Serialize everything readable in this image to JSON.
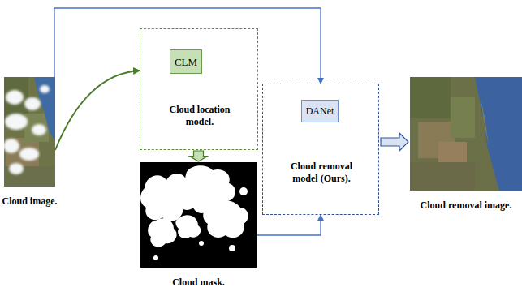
{
  "diagram": {
    "nodes": [
      {
        "text": [
          "Cloud image."
        ]
      },
      {
        "text": [
          "Cloud location model."
        ]
      },
      {
        "text": [
          "CLM"
        ],
        "in": 1
      },
      {
        "text": [
          "Cloud mask."
        ]
      },
      {
        "text": [
          "Cloud removal model (Ours)."
        ]
      },
      {
        "text": [
          "DANet"
        ],
        "in": 4
      },
      {
        "text": [
          "Cloud removal image."
        ]
      }
    ],
    "edges": [
      {
        "from": 0,
        "to": 1,
        "arrow": "to"
      },
      {
        "from": 0,
        "to": 4,
        "arrow": "to"
      },
      {
        "from": 1,
        "to": 3,
        "arrow": "to"
      },
      {
        "from": 3,
        "to": 4,
        "arrow": "to"
      },
      {
        "from": 4,
        "to": 6,
        "arrow": "to"
      }
    ]
  }
}
